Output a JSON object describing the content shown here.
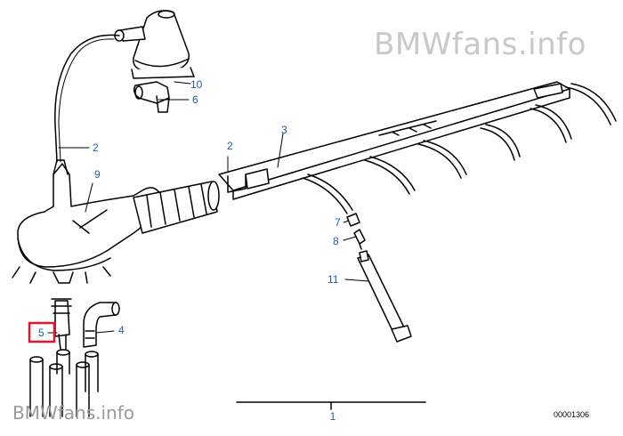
{
  "watermarks": {
    "top": "BMWfans.info",
    "bottom": "BMWfans.info"
  },
  "diagram_id": "00001306",
  "highlight_color": "#e0142c",
  "callout_color": "#1f5fa8",
  "callouts": {
    "c1": "1",
    "c2a": "2",
    "c2b": "2",
    "c3": "3",
    "c4": "4",
    "c5": "5",
    "c6": "6",
    "c7": "7",
    "c8": "8",
    "c9": "9",
    "c10": "10",
    "c11": "11"
  },
  "selected_part": "5"
}
